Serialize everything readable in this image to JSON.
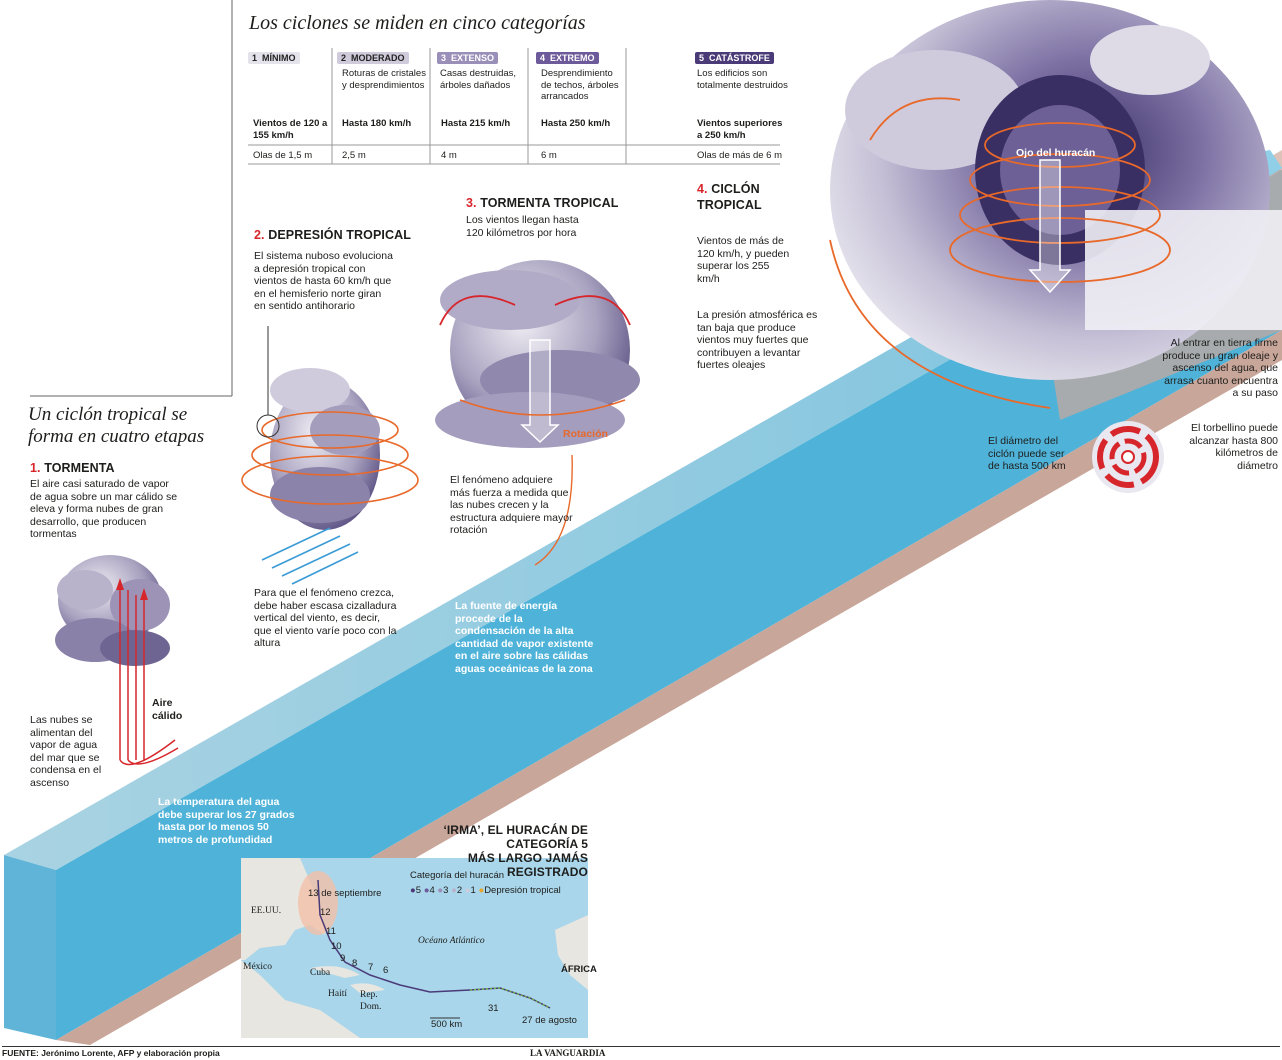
{
  "categories_title": "Los ciclones se miden en cinco categorías",
  "categories": [
    {
      "num": "1",
      "name": "MÍNIMO",
      "damage": "",
      "wind": "Vientos de 120 a 155 km/h",
      "waves": "Olas de 1,5 m",
      "color": "#cfcbdb"
    },
    {
      "num": "2",
      "name": "MODERADO",
      "damage": "Roturas de cristales y desprendimientos",
      "wind": "Hasta 180 km/h",
      "waves": "2,5 m",
      "color": "#b9b3cc"
    },
    {
      "num": "3",
      "name": "EXTENSO",
      "damage": "Casas destruidas, árboles dañados",
      "wind": "Hasta 215 km/h",
      "waves": "4 m",
      "color": "#9a8fb8"
    },
    {
      "num": "4",
      "name": "EXTREMO",
      "damage": "Desprendimiento de techos, árboles arrancados",
      "wind": "Hasta 250 km/h",
      "waves": "6 m",
      "color": "#6d5a9a"
    },
    {
      "num": "5",
      "name": "CATÁSTROFE",
      "damage": "Los edificios son totalmente destruidos",
      "wind": "Vientos superiores a 250 km/h",
      "waves": "Olas de más de 6 m",
      "color": "#4a3a78"
    }
  ],
  "stages_title": "Un ciclón tropical se forma en cuatro etapas",
  "stage1": {
    "num": "1.",
    "title": "TORMENTA",
    "text": "El aire casi saturado de vapor de agua sobre un mar cálido se eleva y forma nubes de gran desarrollo, que producen tormentas",
    "feed": "Las nubes se alimentan del vapor de agua del mar que se condensa en el ascenso",
    "warm_air": "Aire cálido",
    "water_temp": "La temperatura del agua debe superar los 27 grados hasta por lo menos 50 metros de profundidad"
  },
  "stage2": {
    "num": "2.",
    "title": "DEPRESIÓN TROPICAL",
    "text": "El sistema nuboso evoluciona a depresión tropical con vientos de hasta 60 km/h que en el hemisferio norte giran en sentido antihorario",
    "shear": "Para que el fenómeno crezca, debe haber escasa cizalladura vertical del viento, es decir, que el viento varíe poco con la altura"
  },
  "stage3": {
    "num": "3.",
    "title": "TORMENTA TROPICAL",
    "text": "Los vientos llegan hasta 120 kilómetros por hora",
    "rotation": "Rotación",
    "growth": "El fenómeno adquiere más fuerza a medida que las nubes crecen y la estructura adquiere mayor rotación",
    "energy": "La fuente de energía procede de la condensación de la alta cantidad de vapor existente en el aire sobre las cálidas aguas oceánicas de la zona"
  },
  "stage4": {
    "num": "4.",
    "title": "CICLÓN TROPICAL",
    "text": "Vientos de más de  120 km/h, y pueden superar los 255 km/h",
    "pressure": "La presión atmosférica es tan baja que produce vientos muy fuertes que contribuyen a levantar fuertes oleajes",
    "eye": "Ojo del huracán",
    "diameter": "El diámetro del ciclón puede ser de hasta 500 km",
    "whirl": "El torbellino puede alcanzar hasta 800 kilómetros de diámetro",
    "landfall": "Al entrar en tierra firme produce un gran oleaje y ascenso del agua, que arrasa cuanto encuentra a su paso"
  },
  "map": {
    "title_line1": "‘IRMA’, EL HURACÁN DE CATEGORÍA 5",
    "title_line2": "MÁS LARGO JAMÁS REGISTRADO",
    "legend_title": "Categoría del huracán",
    "legend": [
      "5",
      "4",
      "3",
      "2",
      "1",
      "Depresión tropical"
    ],
    "labels": {
      "usa": "EE.UU.",
      "mexico": "México",
      "cuba": "Cuba",
      "haiti": "Haití",
      "repdom": "Rep. Dom.",
      "ocean": "Océano Atlántico",
      "africa": "ÁFRICA",
      "scale": "500 km"
    },
    "dates": [
      "13 de septiembre",
      "12",
      "11",
      "10",
      "9",
      "8",
      "7",
      "6",
      "31",
      "27 de agosto"
    ]
  },
  "footer": {
    "source": "FUENTE: Jerónimo Lorente, AFP y elaboración propia",
    "brand": "LA VANGUARDIA"
  }
}
